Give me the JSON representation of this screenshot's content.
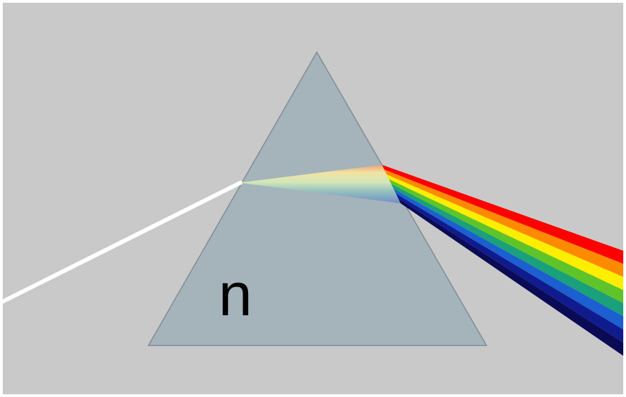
{
  "prism": {
    "label": "n"
  },
  "colors": {
    "background": "#c9c9c9",
    "frame": "#ffffff",
    "prism_fill": "#a5b3bb",
    "prism_edge": "#7f8c93",
    "incident_ray": "#ffffff"
  },
  "spectrum": [
    {
      "name": "red",
      "color": "#ff0000"
    },
    {
      "name": "orange",
      "color": "#ff8a00"
    },
    {
      "name": "yellow",
      "color": "#ffee00"
    },
    {
      "name": "green",
      "color": "#5fc42a"
    },
    {
      "name": "teal",
      "color": "#1aa07a"
    },
    {
      "name": "blue",
      "color": "#1c5fd0"
    },
    {
      "name": "indigo",
      "color": "#101c8e"
    },
    {
      "name": "violet",
      "color": "#0b0a55"
    }
  ]
}
